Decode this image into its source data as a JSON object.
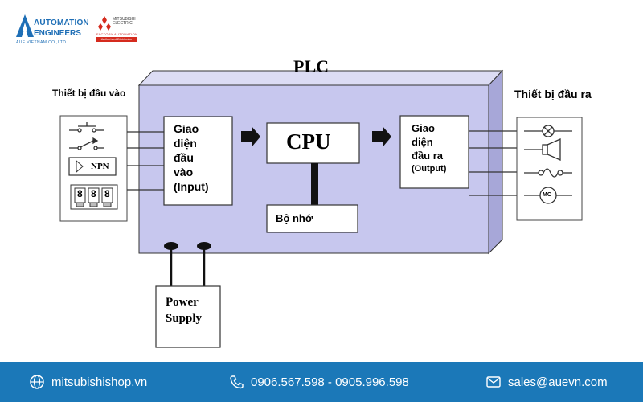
{
  "header": {
    "brand_line1": "AUTOMATION",
    "brand_line2": "ENGINEERS",
    "brand_line3": "AUE VIETNAM CO.,LTD",
    "partner_name": "MITSUBISHI ELECTRIC",
    "partner_tagline": "FACTORY AUTOMATION",
    "partner_badge": "Authorized Distributor"
  },
  "diagram": {
    "plc_title": "PLC",
    "input_devices_label": "Thiết bị đầu vào",
    "output_devices_label": "Thiết bị đầu ra",
    "input_interface": [
      "Giao",
      "diện",
      "đầu",
      "vào",
      "(Input)"
    ],
    "output_interface": [
      "Giao",
      "diện",
      "đầu ra",
      "(Output)"
    ],
    "cpu_label": "CPU",
    "memory_label": "Bộ nhớ",
    "power_supply_lines": [
      "Power",
      "Supply"
    ],
    "npn_label": "NPN",
    "mc_label": "MC",
    "digit_label": "8",
    "colors": {
      "plc_fill": "#c7c7ee",
      "plc_side": "#a7a7d8",
      "footer": "#1b78b8",
      "brand": "#1f6fb6"
    }
  },
  "footer": {
    "website": "mitsubishishop.vn",
    "phones": "0906.567.598 - 0905.996.598",
    "email": "sales@auevn.com",
    "icons": [
      "globe-icon",
      "phone-icon",
      "mail-icon"
    ]
  }
}
